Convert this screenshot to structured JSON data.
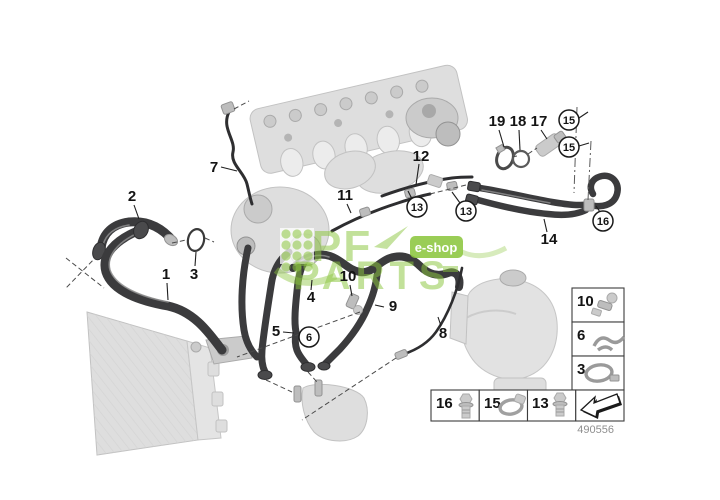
{
  "diagram_number": "490556",
  "watermark": {
    "brand_top": "PF",
    "brand_bottom": "PARTS",
    "badge": "e-shop",
    "green": "#8CC63F"
  },
  "colors": {
    "hose": "#3b3b3d",
    "part_gray": "#dedede",
    "line": "#1f1f1f"
  },
  "callouts": {
    "plain": [
      {
        "label": "7"
      },
      {
        "label": "2"
      },
      {
        "label": "11"
      },
      {
        "label": "12"
      },
      {
        "label": "19"
      },
      {
        "label": "18"
      },
      {
        "label": "17"
      },
      {
        "label": "1"
      },
      {
        "label": "3"
      },
      {
        "label": "10"
      },
      {
        "label": "4"
      },
      {
        "label": "9"
      },
      {
        "label": "5"
      },
      {
        "label": "8"
      },
      {
        "label": "14"
      }
    ],
    "circled": [
      {
        "label": "13"
      },
      {
        "label": "13"
      },
      {
        "label": "15"
      },
      {
        "label": "15"
      },
      {
        "label": "16"
      },
      {
        "label": "6"
      }
    ]
  },
  "legend": {
    "side_items": [
      {
        "label": "10",
        "icon": "quick-connector-icon"
      },
      {
        "label": "6",
        "icon": "retaining-clip-icon"
      },
      {
        "label": "3",
        "icon": "hose-clamp-icon"
      }
    ],
    "bottom_items": [
      {
        "label": "16",
        "icon": "hex-bolt-icon"
      },
      {
        "label": "15",
        "icon": "worm-clamp-icon"
      },
      {
        "label": "13",
        "icon": "flange-bolt-icon"
      }
    ]
  }
}
